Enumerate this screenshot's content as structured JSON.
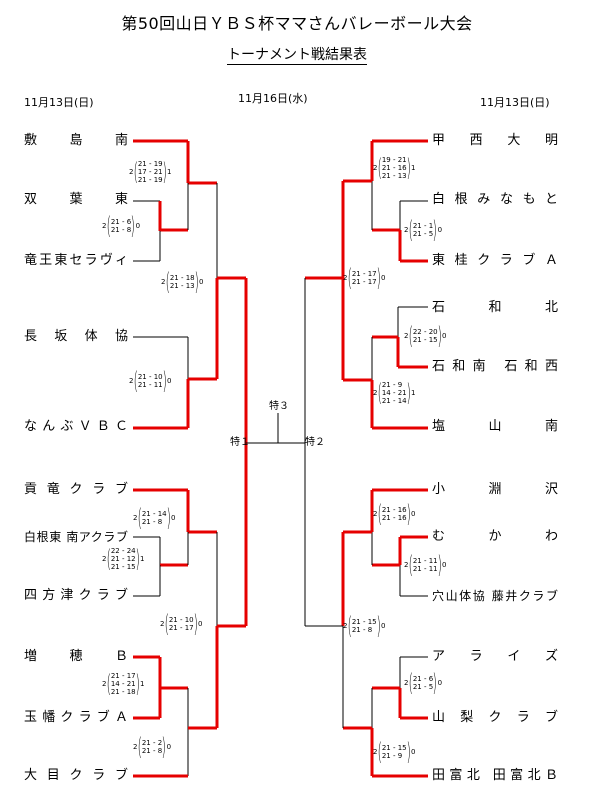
{
  "header": {
    "title": "第50回山日ＹＢＳ杯ママさんバレーボール大会",
    "subtitle": "トーナメント戦結果表"
  },
  "dates": {
    "left": "11月13日(日)",
    "center": "11月16日(水)",
    "right": "11月13日(日)"
  },
  "teams_left": [
    "敷　島　南",
    "双　葉　東",
    "竜王東セラヴィ",
    "長　坂　体　協",
    "なんぶＶＢＣ",
    "貢竜クラブ",
    "白根東 南アクラブ",
    "四方津クラブ",
    "増　穂　Ｂ",
    "玉幡クラブＡ",
    "大目クラブ"
  ],
  "teams_right": [
    "甲　西　大　明",
    "白根みなもと",
    "東桂クラブＡ",
    "石　和　北",
    "石和南 石和西",
    "塩　山　南",
    "小　淵　沢",
    "む　か　わ",
    "穴山体協 藤井クラブ",
    "ア　ラ　イ　ズ",
    "山梨クラブ",
    "田富北 田富北Ｂ"
  ],
  "scores": [
    {
      "id": "L1",
      "left": "2",
      "sets": [
        "21 - 19",
        "17 - 21",
        "21 - 19"
      ],
      "right": "1"
    },
    {
      "id": "L2",
      "left": "2",
      "sets": [
        "21 - 6",
        "21 - 8"
      ],
      "right": "0"
    },
    {
      "id": "L3",
      "left": "2",
      "sets": [
        "21 - 18",
        "21 - 13"
      ],
      "right": "0"
    },
    {
      "id": "L4",
      "left": "2",
      "sets": [
        "21 - 10",
        "21 - 11"
      ],
      "right": "0"
    },
    {
      "id": "L5",
      "left": "2",
      "sets": [
        "21 - 14",
        "21 - 8"
      ],
      "right": "0"
    },
    {
      "id": "L6",
      "left": "2",
      "sets": [
        "22 - 24",
        "21 - 12",
        "21 - 15"
      ],
      "right": "1"
    },
    {
      "id": "L7",
      "left": "2",
      "sets": [
        "21 - 10",
        "21 - 17"
      ],
      "right": "0"
    },
    {
      "id": "L8",
      "left": "2",
      "sets": [
        "21 - 17",
        "14 - 21",
        "21 - 18"
      ],
      "right": "1"
    },
    {
      "id": "L9",
      "left": "2",
      "sets": [
        "21 - 2",
        "21 - 8"
      ],
      "right": "0"
    },
    {
      "id": "R1",
      "left": "2",
      "sets": [
        "19 - 21",
        "21 - 16",
        "21 - 13"
      ],
      "right": "1"
    },
    {
      "id": "R2",
      "left": "2",
      "sets": [
        "21 - 1",
        "21 - 5"
      ],
      "right": "0"
    },
    {
      "id": "R3",
      "left": "2",
      "sets": [
        "21 - 17",
        "21 - 17"
      ],
      "right": "0"
    },
    {
      "id": "R4",
      "left": "2",
      "sets": [
        "22 - 20",
        "21 - 15"
      ],
      "right": "0"
    },
    {
      "id": "R5",
      "left": "2",
      "sets": [
        "21 - 9",
        "14 - 21",
        "21 - 14"
      ],
      "right": "1"
    },
    {
      "id": "R6",
      "left": "2",
      "sets": [
        "21 - 16",
        "21 - 16"
      ],
      "right": "0"
    },
    {
      "id": "R7",
      "left": "2",
      "sets": [
        "21 - 11",
        "21 - 11"
      ],
      "right": "0"
    },
    {
      "id": "R8",
      "left": "2",
      "sets": [
        "21 - 15",
        "21 - 8"
      ],
      "right": "0"
    },
    {
      "id": "R9",
      "left": "2",
      "sets": [
        "21 - 6",
        "21 - 5"
      ],
      "right": "0"
    },
    {
      "id": "R10",
      "left": "2",
      "sets": [
        "21 - 15",
        "21 - 9"
      ],
      "right": "0"
    }
  ],
  "finals": {
    "special3": "特３",
    "special1": "特１",
    "special2": "特２"
  },
  "colors": {
    "winner_line": "#e60000",
    "normal_line": "#000000"
  }
}
